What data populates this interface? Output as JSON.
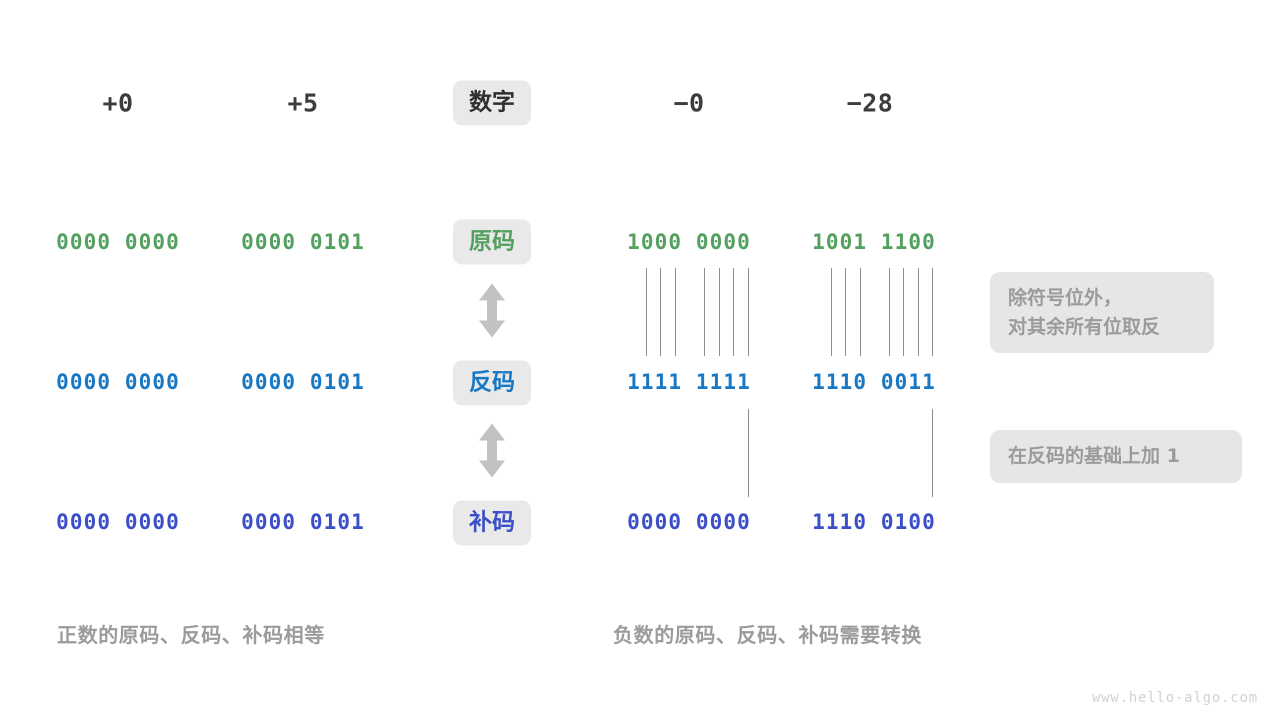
{
  "watermark": "www.hello-algo.com",
  "colors": {
    "green": "#54a05f",
    "blue": "#1878c4",
    "indigo": "#3b50c8",
    "dark": "#2f2f2f",
    "gray_text": "#9b9b9b",
    "badge_bg": "#e9e9e9",
    "callout_bg": "#e6e6e6",
    "line": "#8c8c8c",
    "arrow": "#c2c2c2",
    "background": "#ffffff"
  },
  "header": {
    "label": "数字",
    "columns": [
      "+0",
      "+5",
      "−0",
      "−28"
    ]
  },
  "rows": [
    {
      "label": "原码",
      "color_key": "green",
      "values": [
        "0000 0000",
        "0000 0101",
        "1000 0000",
        "1001 1100"
      ]
    },
    {
      "label": "反码",
      "color_key": "blue",
      "values": [
        "0000 0000",
        "0000 0101",
        "1111 1111",
        "1110 0011"
      ]
    },
    {
      "label": "补码",
      "color_key": "indigo",
      "values": [
        "0000 0000",
        "0000 0101",
        "0000 0000",
        "1110 0100"
      ]
    }
  ],
  "arrows": [
    {
      "name": "arrow-yuanma-fanma",
      "direction": "both"
    },
    {
      "name": "arrow-fanma-buma",
      "direction": "both"
    }
  ],
  "callouts": [
    {
      "text": "除符号位外，\n对其余所有位取反"
    },
    {
      "text": "在反码的基础上加  1"
    }
  ],
  "captions": {
    "left": "正数的原码、反码、补码相等",
    "right": "负数的原码、反码、补码需要转换"
  }
}
